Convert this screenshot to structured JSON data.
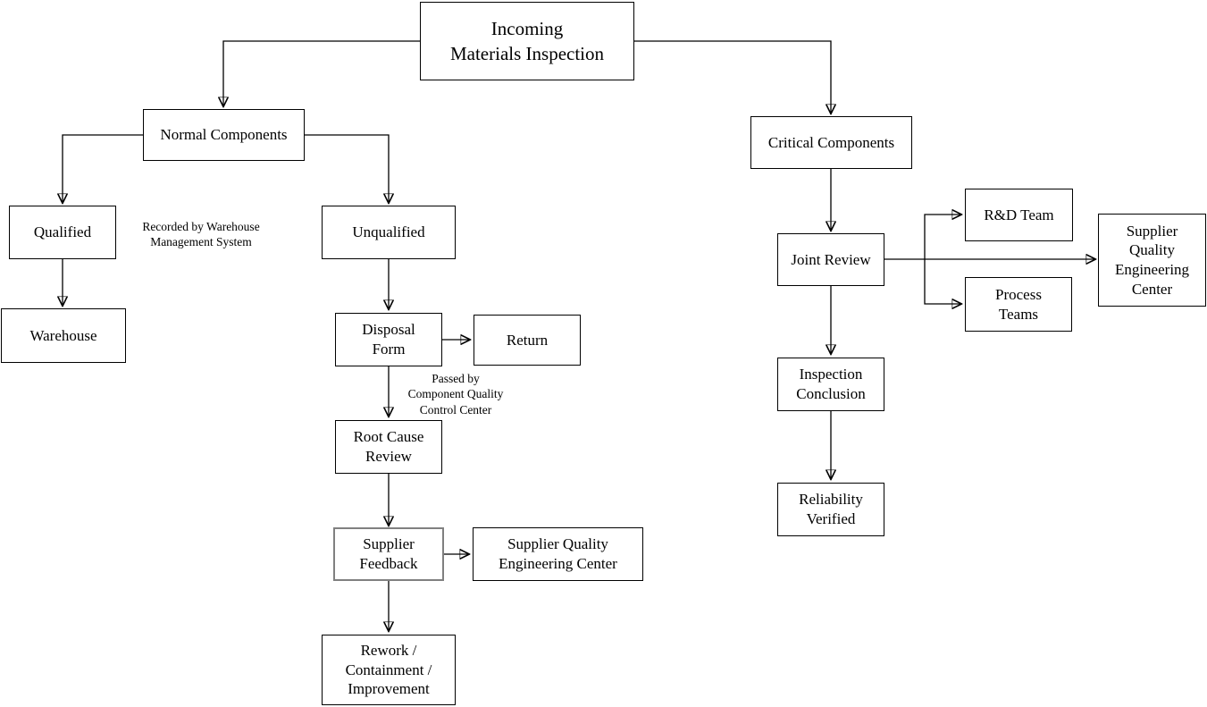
{
  "diagram": {
    "colors": {
      "background": "#ffffff",
      "line": "#000000",
      "text": "#000000",
      "node_border": "#000000",
      "highlight_border": "#808080"
    },
    "title": "Incoming\nMaterials Inspection",
    "nodes": {
      "normal_components": "Normal Components",
      "qualified": "Qualified",
      "warehouse": "Warehouse",
      "unqualified": "Unqualified",
      "disposal_form": "Disposal\nForm",
      "return": "Return",
      "root_cause_review": "Root Cause\nReview",
      "supplier_feedback": "Supplier\nFeedback",
      "supplier_quality_engineering_center": "Supplier Quality\nEngineering Center",
      "rework_containment_improvement": "Rework /\nContainment /\nImprovement",
      "critical_components": "Critical Components",
      "joint_review": "Joint Review",
      "rd_team": "R&D Team",
      "process_teams": "Process\nTeams",
      "supplier_quality_engineering_center_right": "Supplier\nQuality\nEngineering\nCenter",
      "inspection_conclusion": "Inspection\nConclusion",
      "reliability_verified": "Reliability\nVerified"
    },
    "annotations": {
      "warehouse_note": "Recorded by Warehouse\nManagement System",
      "quality_note": "Passed by\nComponent Quality\nControl Center"
    }
  }
}
